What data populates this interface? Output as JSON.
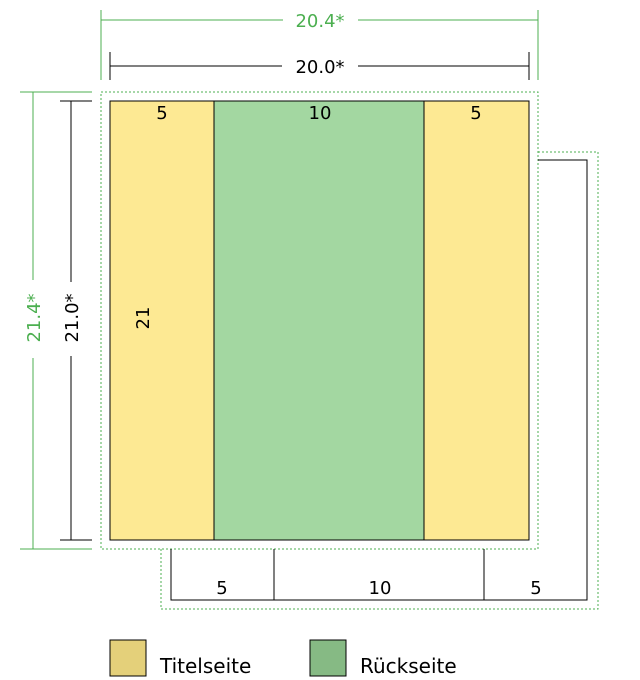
{
  "colors": {
    "cover": "#fde993",
    "back": "#a3d7a1",
    "legend_cover": "#e4d07a",
    "legend_back": "#86ba84",
    "green_dim": "#4caf50"
  },
  "dims": {
    "outer_width": "20.4*",
    "inner_width": "20.0*",
    "outer_height": "21.4*",
    "inner_height": "21.0*"
  },
  "top_labels": {
    "left": "5",
    "center": "10",
    "right": "5"
  },
  "height_label": "21",
  "bottom_labels": {
    "left": "5",
    "center": "10",
    "right": "5"
  },
  "legend": {
    "cover_label": "Titelseite",
    "back_label": "Rückseite"
  }
}
